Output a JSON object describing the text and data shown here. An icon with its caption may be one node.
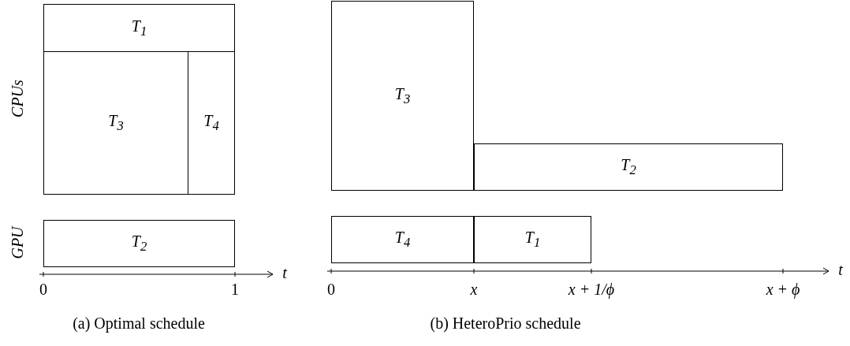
{
  "diagram": {
    "nodes": [
      {
        "text": [
          "T$_{1}$"
        ]
      },
      {
        "text": [
          "T$_{3}$"
        ]
      },
      {
        "text": [
          "T$_{4}$"
        ]
      },
      {
        "text": [
          "T$_{2}$"
        ]
      },
      {
        "text": [
          "T$_{3}$"
        ]
      },
      {
        "text": [
          "T$_{2}$"
        ]
      },
      {
        "text": [
          "T$_{4}$"
        ]
      },
      {
        "text": [
          "T$_{1}$"
        ]
      }
    ],
    "edges": [],
    "labels": [
      "CPUs",
      "GPU",
      "0",
      "1",
      "t",
      "0",
      "x",
      "x + 1/ϕ",
      "x + ϕ",
      "t",
      "(a) Optimal schedule",
      "(b) HeteroPrio schedule"
    ]
  }
}
